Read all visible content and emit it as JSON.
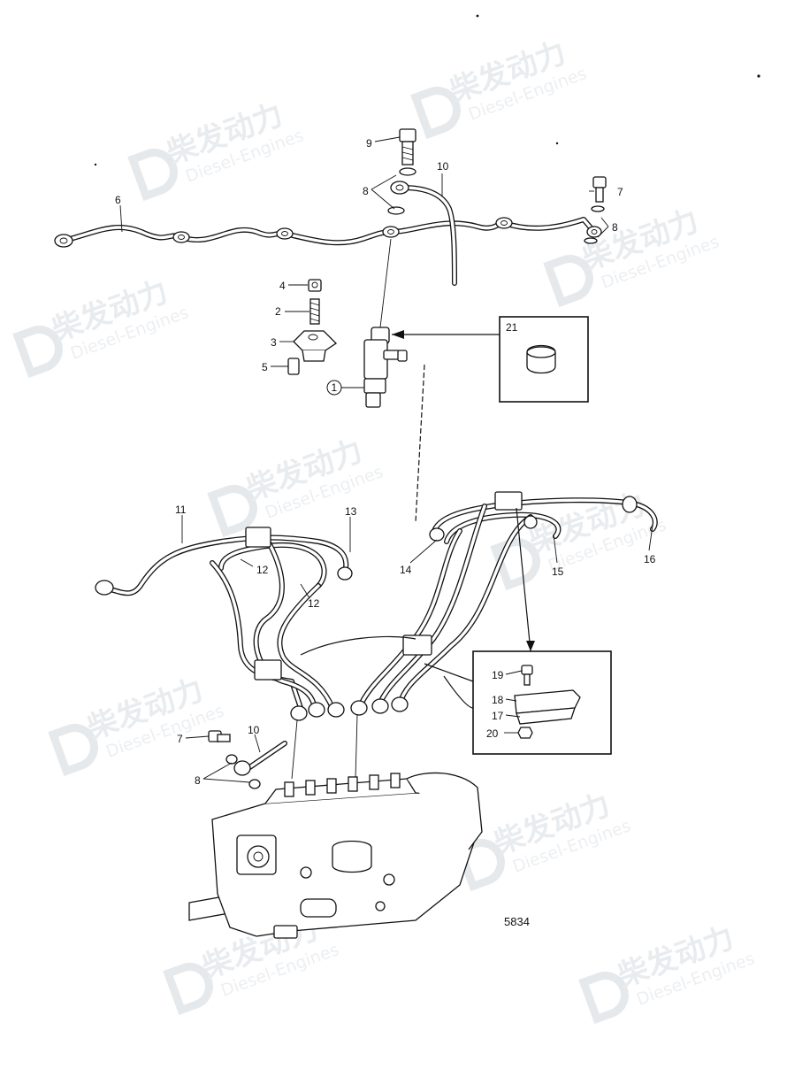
{
  "watermark": {
    "brand": "柴发动力",
    "subtitle": "Diesel-Engines"
  },
  "callouts": {
    "c1": "1",
    "c2": "2",
    "c3": "3",
    "c4": "4",
    "c5": "5",
    "c6": "6",
    "c7a": "7",
    "c7b": "7",
    "c8a": "8",
    "c8b": "8",
    "c8c": "8",
    "c9": "9",
    "c10a": "10",
    "c10b": "10",
    "c11": "11",
    "c12a": "12",
    "c12b": "12",
    "c13": "13",
    "c14": "14",
    "c15": "15",
    "c16": "16",
    "c17": "17",
    "c18": "18",
    "c19": "19",
    "c20": "20",
    "c21": "21"
  },
  "figure_number": "5834",
  "colors": {
    "ink": "#111111",
    "watermark": "#e9ecef"
  }
}
